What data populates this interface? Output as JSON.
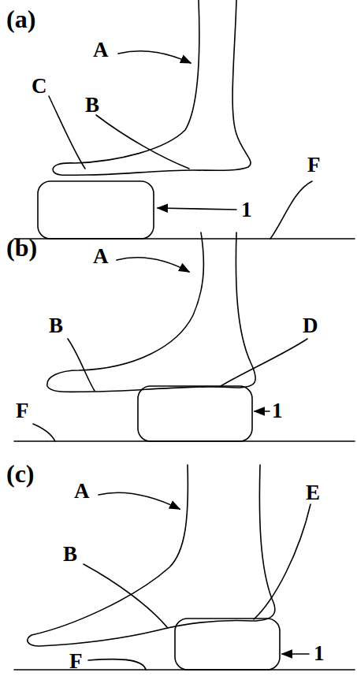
{
  "diagram": {
    "labels": [
      "(a)",
      "A",
      "C",
      "B",
      "1",
      "F",
      "(b)",
      "A",
      "B",
      "D",
      "1",
      "F",
      "(c)",
      "A",
      "E",
      "B",
      "1",
      "F"
    ]
  }
}
